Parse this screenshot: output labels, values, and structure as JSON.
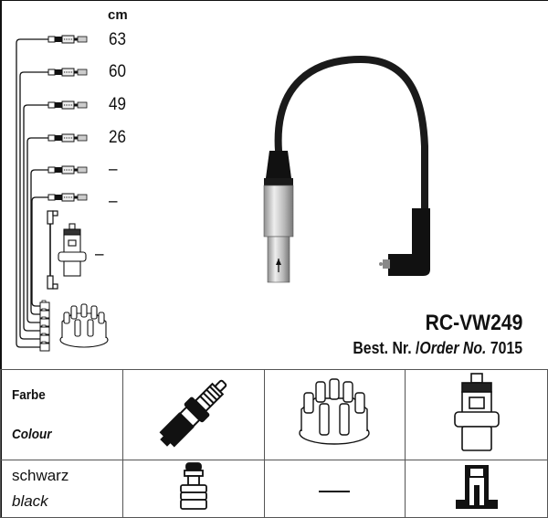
{
  "diagram": {
    "unit_label": "cm",
    "leads": [
      {
        "length": "63"
      },
      {
        "length": "60"
      },
      {
        "length": "49"
      },
      {
        "length": "26"
      },
      {
        "length": "–"
      },
      {
        "length": "–"
      }
    ],
    "coil_lead_length": "–",
    "product": {
      "model": "RC-VW249",
      "order_label_de": "Best. Nr. /",
      "order_label_en": "Order No.",
      "order_number": "7015"
    }
  },
  "legend": {
    "header_de": "Farbe",
    "header_en": "Colour",
    "color_de": "schwarz",
    "color_en": "black",
    "columns": [
      {
        "icon": "spark-plug-icon",
        "connector": "straight-boot-icon"
      },
      {
        "icon": "distributor-cap-icon",
        "connector": "none"
      },
      {
        "icon": "ignition-coil-icon",
        "connector": "coil-boot-icon"
      }
    ]
  },
  "colors": {
    "ink": "#111111",
    "border": "#555555",
    "silver": "#c9c9c9"
  }
}
